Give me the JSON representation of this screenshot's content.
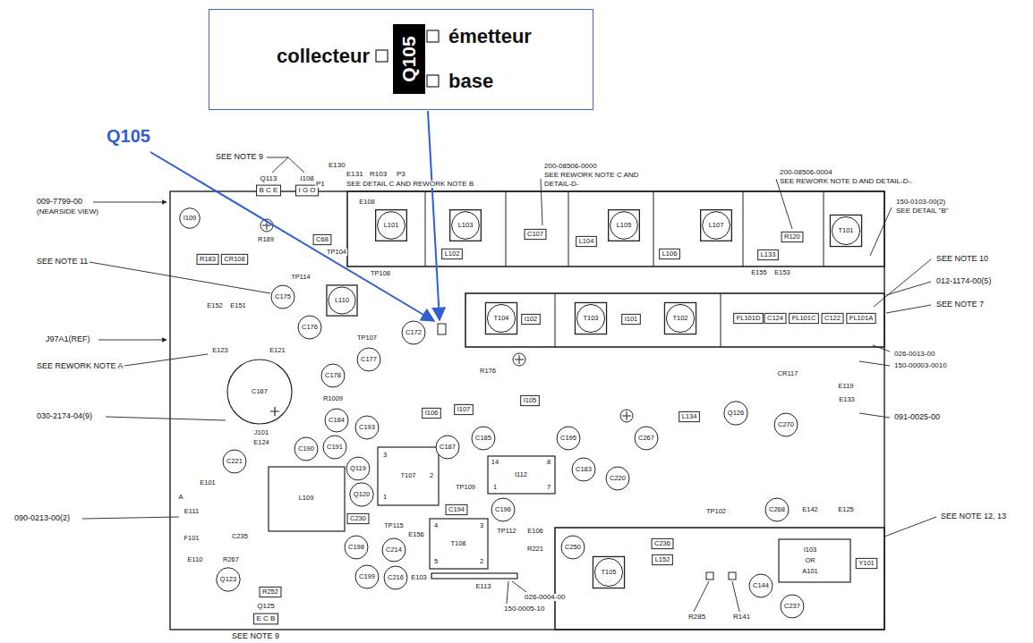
{
  "diagram": {
    "nodes": [
      {
        "text": [
          "collecteur",
          "Q105",
          "émetteur",
          "base"
        ]
      }
    ],
    "labels": [
      "Q105",
      "SEE NOTE 9",
      "E130",
      "E131",
      "R103",
      "P3",
      "P1",
      "SEE DETAIL C AND REWORK NOTE B",
      "009-7799-00",
      "(NEARSIDE VIEW)",
      "200-08506-0000",
      "SEE REWORK NOTE C AND",
      "DETAIL-D-",
      "200-08506-0004",
      "SEE REWORK NOTE D AND DETAIL-D-.",
      "150-0103-00(2)",
      "SEE DETAIL \"B\"",
      "SEE NOTE 11",
      "SEE NOTE 10",
      "012-1174-00(5)",
      "SEE NOTE 7",
      "J97A1(REF)",
      "SEE REWORK NOTE A",
      "030-2174-04(9)",
      "026-0013-00",
      "150-00003-0010",
      "091-0025-00",
      "090-0213-00(2)",
      "SEE NOTE 12, 13",
      "R285",
      "R141",
      "026-0004-00",
      "150-0005-10",
      "SEE NOTE 9",
      "Q113",
      "B C E",
      "I108",
      "I G O",
      "Q125",
      "E C B",
      "I109",
      "R189",
      "R183",
      "CR108",
      "C68",
      "E108",
      "TP104",
      "L101",
      "L103",
      "L105",
      "L107",
      "L102",
      "L104",
      "L106",
      "C107",
      "L133",
      "R120",
      "T101",
      "E155",
      "E153",
      "T104",
      "I102",
      "T103",
      "I101",
      "T102",
      "FL101D",
      "C124",
      "FL101C",
      "C122",
      "FL101A",
      "L110",
      "C175",
      "C176",
      "TP108",
      "TP114",
      "TP107",
      "E152",
      "E151",
      "E123",
      "E121",
      "C167",
      "C184",
      "R1009",
      "C190",
      "C191",
      "J101",
      "E124",
      "C221",
      "L109",
      "C235",
      "F101",
      "E101",
      "E111",
      "A",
      "E110",
      "R267",
      "Q123",
      "R252",
      "C230",
      "C198",
      "C199",
      "C214",
      "C216",
      "T107",
      "3",
      "1",
      "2",
      "T108",
      "4",
      "3",
      "5",
      "2",
      "I112",
      "14",
      "8",
      "7",
      "1",
      "Q119",
      "Q120",
      "C193",
      "TP115",
      "E156",
      "C194",
      "C196",
      "TP112",
      "E106",
      "E103",
      "E113",
      "R221",
      "C187",
      "I106",
      "I107",
      "C185",
      "I105",
      "R176",
      "C195",
      "C183",
      "C220",
      "C267",
      "L134",
      "Q126",
      "C270",
      "CR117",
      "E119",
      "E133",
      "C268",
      "TP102",
      "E142",
      "E125",
      "T105",
      "C236",
      "L152",
      "I103",
      "OR",
      "A101",
      "Y101",
      "C237",
      "C144",
      "C250",
      "TP109",
      "C172",
      "C177",
      "C178"
    ]
  }
}
